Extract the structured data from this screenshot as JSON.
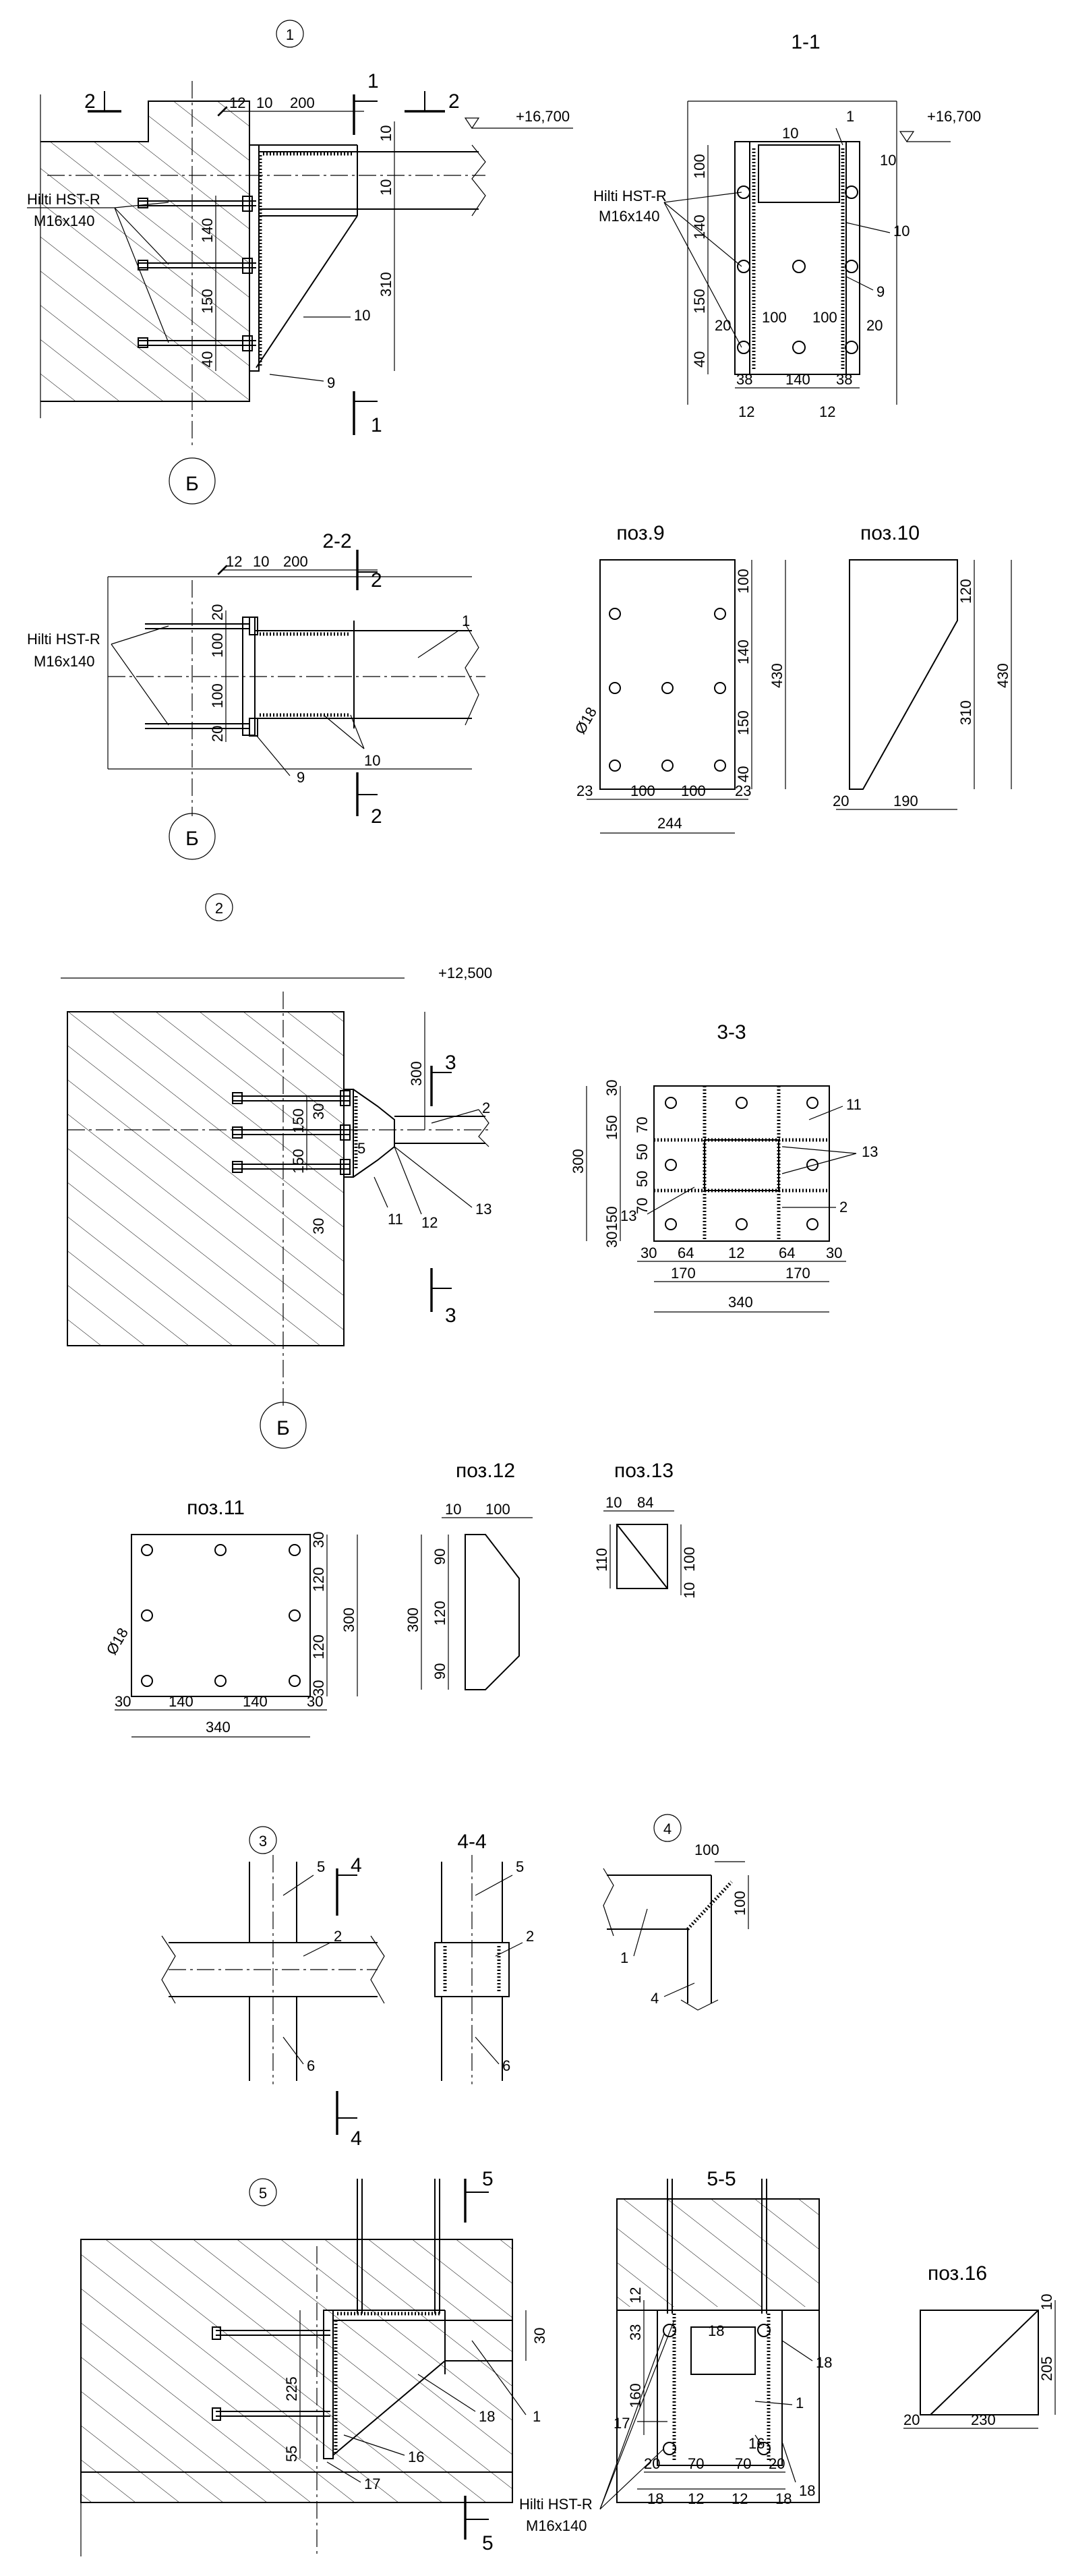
{
  "node1": {
    "marker": "1",
    "dims": {
      "d12": "12",
      "d10": "10",
      "d200": "200",
      "v10a": "10",
      "v10b": "10",
      "v140": "140",
      "v150": "150",
      "v40": "40",
      "v310": "310"
    },
    "level": "+16,700",
    "cut1": "1",
    "cut2": "2",
    "cut1b": "1",
    "anchor_l1": "Hilti HST-R",
    "anchor_l2": "M16x140",
    "pos10": "10",
    "pos9": "9",
    "axis": "Б"
  },
  "sec11": {
    "title": "1-1",
    "level": "+16,700",
    "anchor_l1": "Hilti HST-R",
    "anchor_l2": "M16x140",
    "dims": {
      "v10": "10",
      "v100": "100",
      "v140": "140",
      "v150": "150",
      "v40": "40",
      "h38a": "38",
      "h140": "140",
      "h38b": "38",
      "h12a": "12",
      "h12b": "12",
      "h100a": "100",
      "h100b": "100",
      "s20a": "20",
      "s20b": "20",
      "r10": "10"
    },
    "pos1": "1",
    "pos10": "10",
    "pos9": "9"
  },
  "sec22": {
    "title": "2-2",
    "cut": "2",
    "cut_b": "2",
    "anchor_l1": "Hilti HST-R",
    "anchor_l2": "M16x140",
    "dims": {
      "d12": "12",
      "d10": "10",
      "d200": "200",
      "v20a": "20",
      "v100a": "100",
      "v100b": "100",
      "v20b": "20"
    },
    "pos1": "1",
    "pos10": "10",
    "pos9": "9",
    "axis": "Б"
  },
  "poz9": {
    "title": "поз.9",
    "dims": {
      "v100": "100",
      "v140": "140",
      "v150": "150",
      "v40": "40",
      "v430": "430",
      "h23a": "23",
      "h100a": "100",
      "h100b": "100",
      "h23b": "23",
      "h244": "244",
      "hole": "Ø18"
    }
  },
  "poz10": {
    "title": "поз.10",
    "dims": {
      "v120": "120",
      "v310": "310",
      "v430": "430",
      "h20": "20",
      "h190": "190"
    }
  },
  "node2": {
    "marker": "2",
    "level": "+12,500",
    "cut": "3",
    "cut_b": "3",
    "dims": {
      "v300": "300",
      "v150a": "150",
      "v150b": "150",
      "v30a": "30",
      "v30b": "30",
      "v5": "5"
    },
    "pos2": "2",
    "pos11": "11",
    "pos12": "12",
    "pos13": "13",
    "axis": "Б"
  },
  "sec33": {
    "title": "3-3",
    "dims": {
      "v30a": "30",
      "v150a": "150",
      "v70a": "70",
      "v50a": "50",
      "v50b": "50",
      "v70b": "70",
      "v150b": "150",
      "v30b": "30",
      "v300": "300",
      "h30a": "30",
      "h64a": "64",
      "h12": "12",
      "h64b": "64",
      "h30b": "30",
      "h170a": "170",
      "h170b": "170",
      "h340": "340"
    },
    "pos11": "11",
    "pos13a": "13",
    "pos13b": "13",
    "pos2": "2"
  },
  "poz11": {
    "title": "поз.11",
    "dims": {
      "v30a": "30",
      "v120a": "120",
      "v120b": "120",
      "v30b": "30",
      "v300": "300",
      "h30a": "30",
      "h140a": "140",
      "h140b": "140",
      "h30b": "30",
      "h340": "340",
      "hole": "Ø18"
    }
  },
  "poz12": {
    "title": "поз.12",
    "dims": {
      "h10": "10",
      "h100": "100",
      "v90a": "90",
      "v120": "120",
      "v90b": "90",
      "v300": "300"
    }
  },
  "poz13": {
    "title": "поз.13",
    "dims": {
      "h10": "10",
      "h84": "84",
      "v110": "110",
      "v100": "100",
      "v10": "10"
    }
  },
  "node3": {
    "marker": "3",
    "cut": "4",
    "cut_b": "4",
    "pos5": "5",
    "pos2": "2",
    "pos6": "6"
  },
  "sec44": {
    "title": "4-4",
    "pos5": "5",
    "pos2": "2",
    "pos6": "6"
  },
  "node4": {
    "marker": "4",
    "d100a": "100",
    "d100b": "100",
    "pos1": "1",
    "pos4": "4"
  },
  "node5": {
    "marker": "5",
    "cut": "5",
    "cut_b": "5",
    "dims": {
      "v30": "30",
      "v225": "225",
      "v55": "55"
    },
    "pos18": "18",
    "pos1": "1",
    "pos16": "16",
    "pos17": "17"
  },
  "sec55": {
    "title": "5-5",
    "anchor_l1": "Hilti HST-R",
    "anchor_l2": "M16x140",
    "dims": {
      "v12": "12",
      "v33": "33",
      "v160": "160",
      "h20a": "20",
      "h70a": "70",
      "h70b": "70",
      "h20b": "20",
      "h18a": "18",
      "h12a": "12",
      "h12b": "12",
      "h18b": "18",
      "t18": "18"
    },
    "pos17": "17",
    "pos18": "18",
    "pos16": "16",
    "pos1": "1",
    "pos18b": "18"
  },
  "poz16": {
    "title": "поз.16",
    "dims": {
      "v10": "10",
      "v205": "205",
      "h20": "20",
      "h230": "230"
    }
  }
}
